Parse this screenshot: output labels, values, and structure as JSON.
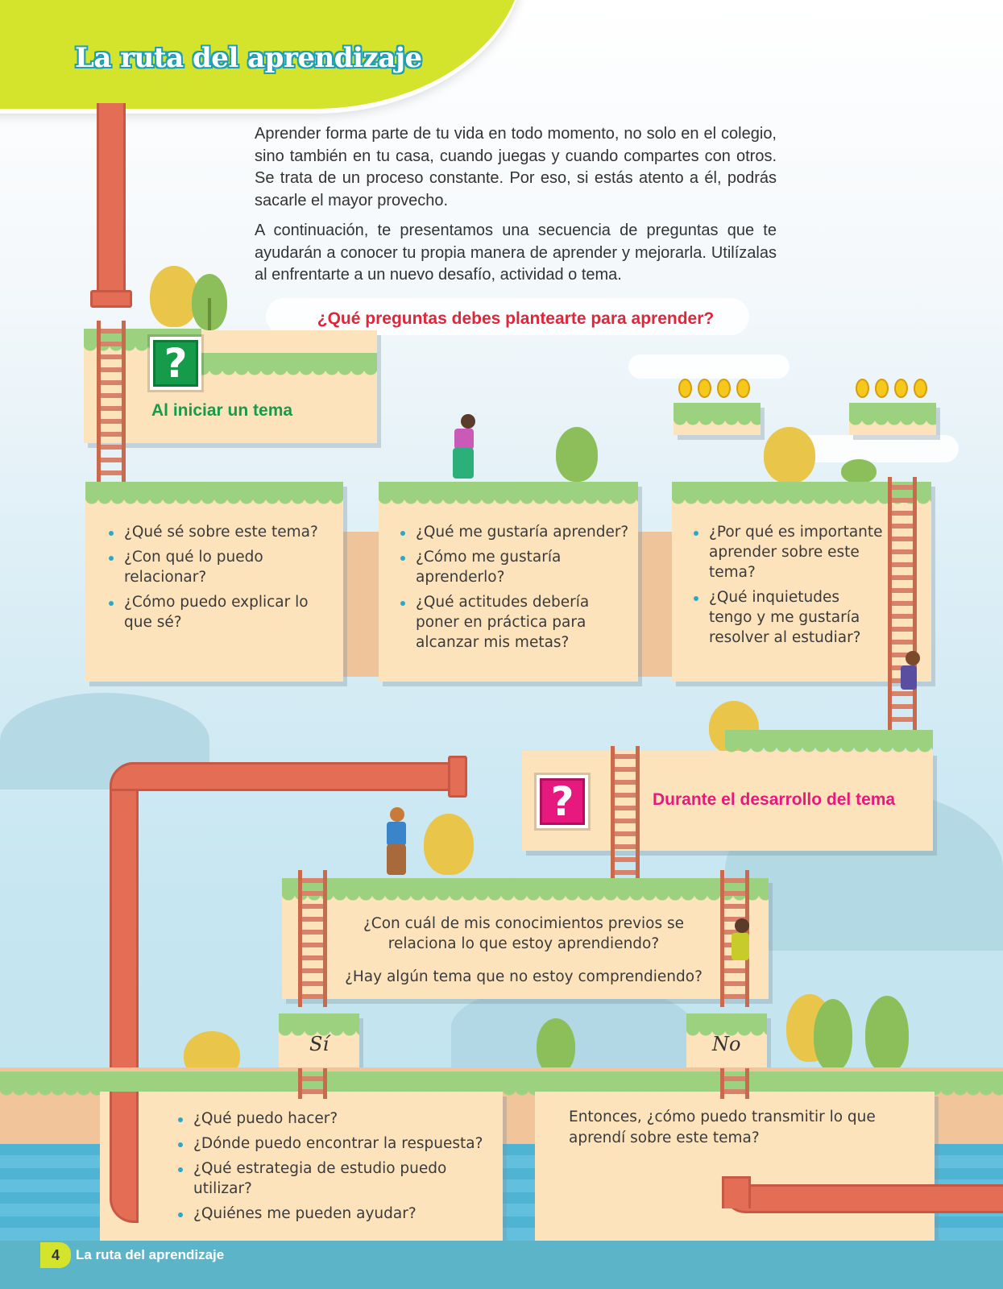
{
  "header": {
    "title": "La ruta del aprendizaje"
  },
  "intro": {
    "paragraph_1": "Aprender forma parte de tu vida en todo momento, no solo en el colegio, sino también en tu casa, cuando juegas y cuando compartes con otros. Se trata de un proceso constante. Por eso, si estás atento a él, podrás sacarle el mayor provecho.",
    "paragraph_2": "A continuación, te presentamos una secuencia de preguntas que te ayudarán a conocer tu propia manera de aprender y mejorarla. Utilízalas al enfrentarte a un nuevo desafío, actividad o tema."
  },
  "question_heading": "¿Qué preguntas debes plantearte para aprender?",
  "section_start": {
    "label": "Al iniciar un tema",
    "icon_symbol": "?",
    "color": "#169b4a",
    "columns": [
      [
        "¿Qué sé sobre este tema?",
        "¿Con qué lo puedo relacionar?",
        "¿Cómo puedo explicar lo que sé?"
      ],
      [
        "¿Qué me gustaría aprender?",
        "¿Cómo me gustaría aprenderlo?",
        "¿Qué actitudes debería poner en práctica para alcanzar mis metas?"
      ],
      [
        "¿Por qué es importante aprender sobre este tema?",
        "¿Qué inquietudes tengo y me gustaría resolver al estudiar?"
      ]
    ]
  },
  "section_during": {
    "label": "Durante el desarrollo del tema",
    "icon_symbol": "?",
    "color": "#e5197e",
    "question_1": "¿Con cuál de mis conocimientos previos se relaciona lo que estoy aprendiendo?",
    "question_2": "¿Hay algún tema que no estoy comprendiendo?",
    "yes_label": "Sí",
    "no_label": "No",
    "yes_questions": [
      "¿Qué puedo hacer?",
      "¿Dónde puedo encontrar la respuesta?",
      "¿Qué estrategia de estudio puedo utilizar?",
      "¿Quiénes me pueden ayudar?"
    ],
    "no_text": "Entonces, ¿cómo puedo transmitir lo que aprendí sobre este tema?"
  },
  "footer": {
    "page_number": "4",
    "title": "La ruta del aprendizaje"
  }
}
